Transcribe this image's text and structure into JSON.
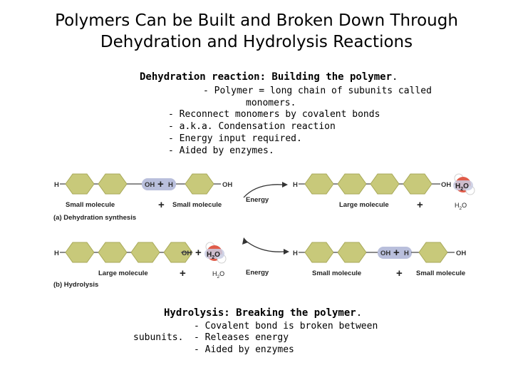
{
  "title": {
    "line1": "Polymers Can be Built and Broken Down Through",
    "line2": "Dehydration and Hydrolysis Reactions"
  },
  "dehydration": {
    "heading_bold": "Dehydration reaction: Building the polymer",
    "heading_end": ".",
    "line1": "- Polymer = long chain of subunits called",
    "line2": "monomers.",
    "bullets": [
      "- Reconnect monomers by covalent bonds",
      "- a.k.a. Condensation reaction",
      "- Energy input required.",
      "- Aided by enzymes."
    ]
  },
  "diagram": {
    "a": {
      "h_left": "H",
      "oh_mid": "OH",
      "h_mid": "H",
      "oh_right": "OH",
      "label_small1": "Small molecule",
      "label_small2": "Small molecule",
      "energy": "Energy",
      "h_prod": "H",
      "oh_prod": "OH",
      "label_large": "Large molecule",
      "h2o": "H2O",
      "h2o_sym": "H",
      "h2o_sub": "2",
      "h2o_o": "O",
      "caption": "(a) Dehydration synthesis"
    },
    "b": {
      "h_left": "H",
      "oh_right": "OH",
      "label_large": "Large molecule",
      "h2o_sym": "H",
      "h2o_sub": "2",
      "h2o_o": "O",
      "energy": "Energy",
      "h_prod": "H",
      "oh_mid": "OH",
      "h_mid": "H",
      "oh_prod": "OH",
      "label_small1": "Small molecule",
      "label_small2": "Small molecule",
      "caption": "(b) Hydrolysis"
    },
    "colors": {
      "hexagon_fill": "#c8c97a",
      "hexagon_stroke": "#a8a95a",
      "water_fill": "#c9cde3",
      "highlight_fill": "#b9bfdc",
      "water_red": "#e05c4a",
      "arrow": "#333333"
    }
  },
  "hydrolysis": {
    "heading_bold": "Hydrolysis: Breaking the polymer",
    "heading_end": ".",
    "left_word": "subunits.",
    "bullets": [
      "- Covalent bond is broken between",
      "- Releases energy",
      "- Aided by enzymes"
    ]
  }
}
